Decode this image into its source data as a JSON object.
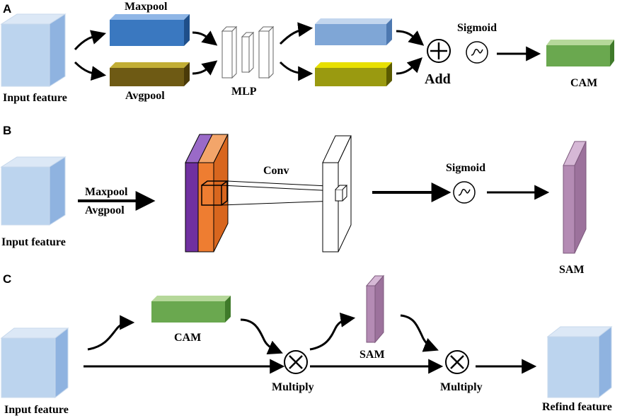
{
  "panels": {
    "a": {
      "letter": "A",
      "input_label": "Input feature",
      "maxpool_label": "Maxpool",
      "avgpool_label": "Avgpool",
      "mlp_label": "MLP",
      "sigmoid_label": "Sigmoid",
      "add_label": "Add",
      "cam_label": "CAM"
    },
    "b": {
      "letter": "B",
      "input_label": "Input feature",
      "maxpool_label": "Maxpool",
      "avgpool_label": "Avgpool",
      "conv_label": "Conv",
      "sigmoid_label": "Sigmoid",
      "sam_label": "SAM"
    },
    "c": {
      "letter": "C",
      "input_label": "Input feature",
      "cam_label": "CAM",
      "sam_label": "SAM",
      "multiply1_label": "Multiply",
      "multiply2_label": "Multiply",
      "output_label": "Refind feature"
    }
  },
  "colors": {
    "input_cube": "#bcd4ee",
    "maxpool_bar": "#3a78c0",
    "avgpool_bar": "#6e5a14",
    "mlp_output_top": "#7fa6d6",
    "mlp_output_bottom": "#9a9a10",
    "cam_bar": "#6aa84f",
    "sam_map": "#b48bb4",
    "conv_orange": "#ee7d31",
    "conv_purple": "#7030a0"
  }
}
